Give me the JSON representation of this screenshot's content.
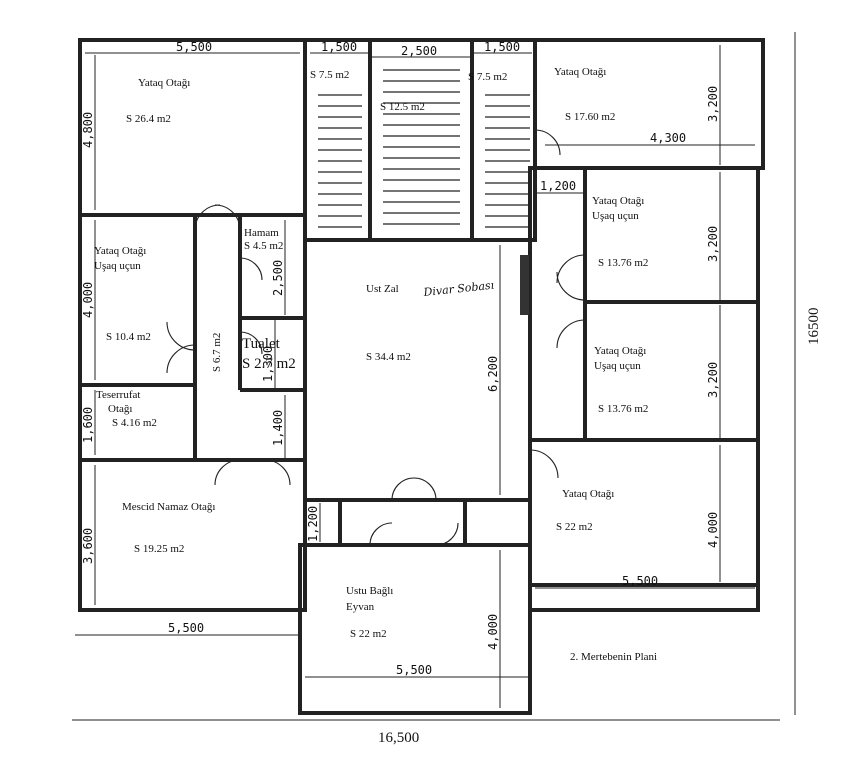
{
  "rooms": {
    "yataq_nw": {
      "name": "Yataq Otağı",
      "area": "S 26.4 m2"
    },
    "stair_left": {
      "area": "S 7.5 m2"
    },
    "stair_center": {
      "area": "S 12.5 m2"
    },
    "stair_right": {
      "area": "S 7.5 m2"
    },
    "yataq_ne": {
      "name": "Yataq Otağı",
      "area": "S 17.60 m2"
    },
    "yataq_usaq_w": {
      "name": "Yataq Otağı",
      "sub": "Uşaq uçun",
      "area": "S 10.4 m2"
    },
    "corridor_w": {
      "area": "S 6.7 m2"
    },
    "hamam": {
      "name": "Hamam",
      "area": "S 4.5 m2"
    },
    "tualet": {
      "name": "Tualet",
      "area": "S 2.7 m2"
    },
    "ust_zal": {
      "name": "Ust Zal",
      "area": "S 34.4 m2",
      "note": "Divar Sobası"
    },
    "yataq_usaq_e1": {
      "name": "Yataq Otağı",
      "sub": "Uşaq uçun",
      "area": "S 13.76 m2"
    },
    "yataq_usaq_e2": {
      "name": "Yataq Otağı",
      "sub": "Uşaq uçun",
      "area": "S 13.76 m2"
    },
    "teserrufat": {
      "name": "Teserrufat",
      "sub": "Otağı",
      "area": "S 4.16 m2"
    },
    "mescid": {
      "name": "Mescid Namaz Otağı",
      "area": "S 19.25 m2"
    },
    "yataq_se": {
      "name": "Yataq Otağı",
      "area": "S 22 m2"
    },
    "eyvan": {
      "name": "Ustu Bağlı",
      "sub": "Eyvan",
      "area": "S 22 m2"
    }
  },
  "dimensions": {
    "top_left_width": "5,500",
    "stair_left_width": "1,500",
    "stair_center_width": "2,500",
    "stair_right_width": "1,500",
    "nw_height": "4,800",
    "ne_height": "3,200",
    "ne_width": "4,300",
    "ne_gap": "1,200",
    "usaq_w_height": "4,000",
    "hamam_height": "2,500",
    "tualet_height": "1,300",
    "tualet_lower": "1,400",
    "teserrufat_height": "1,600",
    "e1_height": "3,200",
    "e2_height": "3,200",
    "zal_height": "6,200",
    "mescid_height": "3,600",
    "entry_height": "1,200",
    "se_height": "4,000",
    "se_width": "5,500",
    "bottom_left_width": "5,500",
    "eyvan_height": "4,000",
    "eyvan_width": "5,500",
    "total_width": "16,500",
    "total_height": "16500"
  },
  "title": "2. Mertebenin Plani"
}
